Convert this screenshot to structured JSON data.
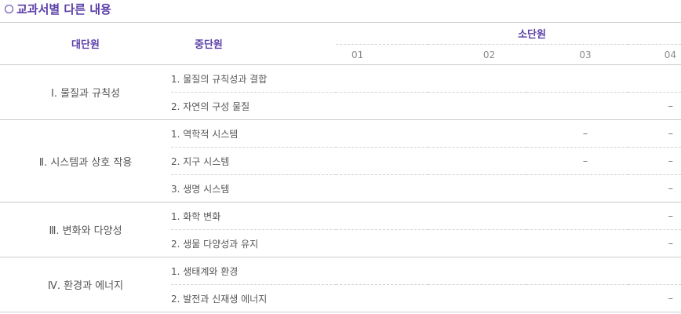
{
  "title": "교과서별 다른 내용",
  "headers": {
    "major": "대단원",
    "mid": "중단원",
    "sub": "소단원",
    "sub_cols": [
      "01",
      "02",
      "03",
      "04"
    ]
  },
  "groups": [
    {
      "major": "Ⅰ. 물질과 규칙성",
      "rows": [
        {
          "label": "1. 물질의 규칙성과 결합",
          "marks": [
            "",
            "",
            "",
            ""
          ]
        },
        {
          "label": "2. 자연의 구성 물질",
          "marks": [
            "",
            "",
            "",
            "–"
          ]
        }
      ]
    },
    {
      "major": "Ⅱ. 시스템과 상호 작용",
      "rows": [
        {
          "label": "1. 역학적 시스템",
          "marks": [
            "",
            "",
            "–",
            "–"
          ]
        },
        {
          "label": "2. 지구 시스템",
          "marks": [
            "",
            "",
            "–",
            "–"
          ]
        },
        {
          "label": "3. 생명 시스템",
          "marks": [
            "",
            "",
            "",
            "–"
          ]
        }
      ]
    },
    {
      "major": "Ⅲ. 변화와 다양성",
      "rows": [
        {
          "label": "1. 화학 변화",
          "marks": [
            "",
            "",
            "",
            "–"
          ]
        },
        {
          "label": "2. 생물 다양성과 유지",
          "marks": [
            "",
            "",
            "",
            "–"
          ]
        }
      ]
    },
    {
      "major": "Ⅳ. 환경과 에너지",
      "rows": [
        {
          "label": "1. 생태계와 환경",
          "marks": [
            "",
            "",
            "",
            ""
          ]
        },
        {
          "label": "2. 발전과 신재생 에너지",
          "marks": [
            "",
            "",
            "",
            "–"
          ]
        }
      ]
    }
  ]
}
